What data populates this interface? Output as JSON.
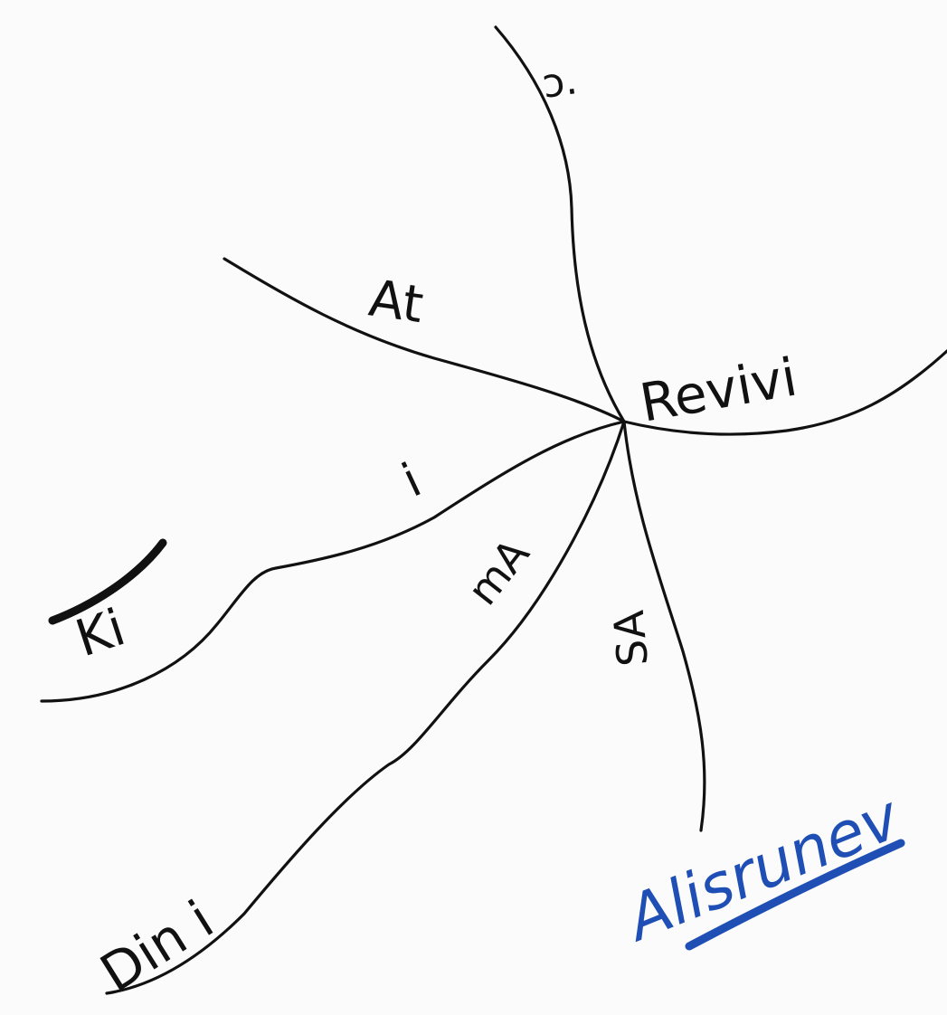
{
  "diagram": {
    "labels": {
      "top": "ɔ.",
      "upper_left": "At",
      "right": "Revivi",
      "left_mid": "i",
      "left": "Ki",
      "lower_mid": "mA",
      "lower_right": "SA",
      "bottom_left": "Din i"
    }
  },
  "signature": {
    "text": "Alisrunev",
    "color": "#1f4fb5"
  }
}
